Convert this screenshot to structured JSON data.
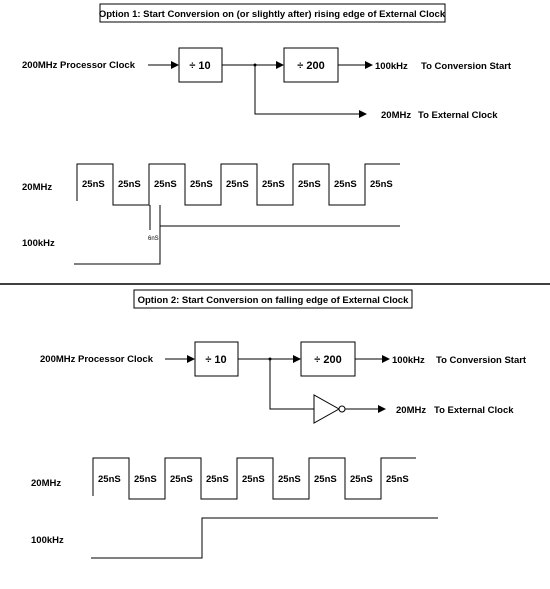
{
  "option1": {
    "title": "Option 1: Start Conversion on (or slightly after) rising edge of External Clock",
    "input_label": "200MHz  Processor Clock",
    "div10_label": "÷  10",
    "div200_label": "÷  200",
    "out_freq": "100kHz",
    "out_label": "To Conversion Start",
    "ext_freq": "20MHz",
    "ext_label": "To External Clock",
    "wave_label_20": "20MHz",
    "wave_label_100": "100kHz",
    "half_period": "25nS",
    "delay_label": "6nS"
  },
  "option2": {
    "title": "Option 2: Start Conversion on falling edge of External Clock",
    "input_label": "200MHz  Processor Clock",
    "div10_label": "÷  10",
    "div200_label": "÷  200",
    "out_freq": "100kHz",
    "out_label": "To Conversion Start",
    "ext_freq": "20MHz",
    "ext_label": "To External Clock",
    "wave_label_20": "20MHz",
    "wave_label_100": "100kHz",
    "half_period": "25nS"
  }
}
